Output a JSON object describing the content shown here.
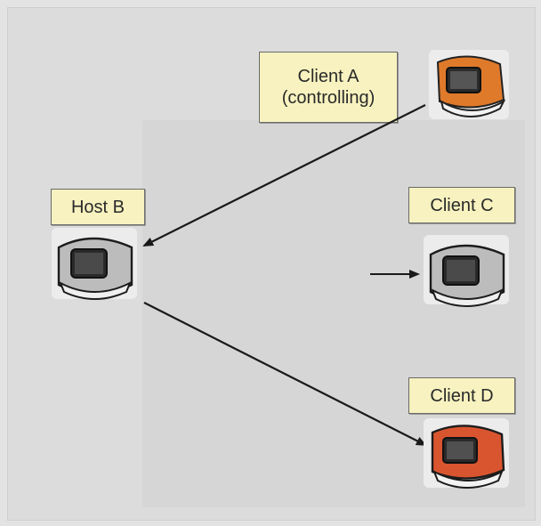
{
  "nodes": {
    "client_a": {
      "line1": "Client A",
      "line2": "(controlling)",
      "computer_color": "#e07a2b"
    },
    "host_b": {
      "label": "Host B",
      "computer_color": "#b8b8b8"
    },
    "client_c": {
      "label": "Client C",
      "computer_color": "#b8b8b8"
    },
    "client_d": {
      "label": "Client D",
      "computer_color": "#d9552f"
    }
  },
  "colors": {
    "label_fill": "#f7f2bf",
    "arrow": "#1a1a1a"
  }
}
